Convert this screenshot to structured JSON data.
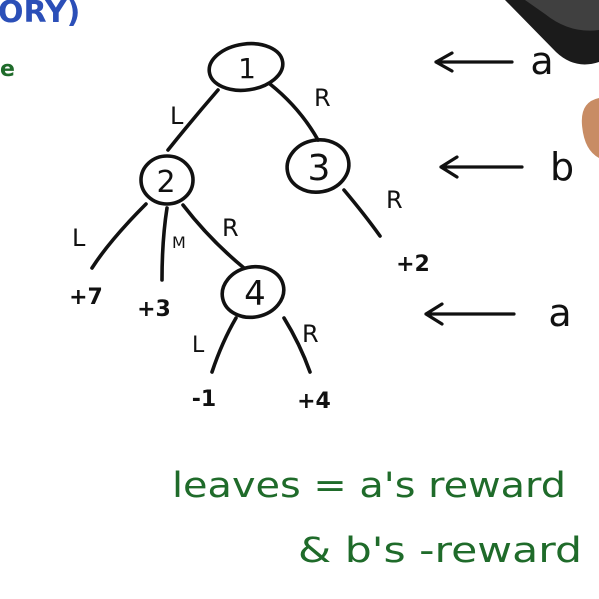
{
  "header": {
    "fragment": "ORY)",
    "fragment2": "e"
  },
  "colors": {
    "ink": "#111111",
    "note": "#1f6b2a",
    "header": "#2b4fb8"
  },
  "tree": {
    "nodes": [
      {
        "id": "n1",
        "label": "1"
      },
      {
        "id": "n2",
        "label": "2"
      },
      {
        "id": "n3",
        "label": "3"
      },
      {
        "id": "n4",
        "label": "4"
      }
    ],
    "edges": [
      {
        "from": "n1",
        "to": "n2",
        "label": "L"
      },
      {
        "from": "n1",
        "to": "n3",
        "label": "R"
      },
      {
        "from": "n2",
        "to": "leaf_p7",
        "label": "L"
      },
      {
        "from": "n2",
        "to": "leaf_p3",
        "label": "M"
      },
      {
        "from": "n2",
        "to": "n4",
        "label": "R"
      },
      {
        "from": "n3",
        "to": "leaf_p2",
        "label": "R"
      },
      {
        "from": "n4",
        "to": "leaf_m1",
        "label": "L"
      },
      {
        "from": "n4",
        "to": "leaf_p4",
        "label": "R"
      }
    ],
    "leaves": [
      {
        "id": "leaf_p7",
        "value": "+7"
      },
      {
        "id": "leaf_p3",
        "value": "+3"
      },
      {
        "id": "leaf_p2",
        "value": "+2"
      },
      {
        "id": "leaf_m1",
        "value": "-1"
      },
      {
        "id": "leaf_p4",
        "value": "+4"
      }
    ]
  },
  "player_levels": [
    {
      "level": 1,
      "player": "a"
    },
    {
      "level": 2,
      "player": "b"
    },
    {
      "level": 3,
      "player": "a"
    }
  ],
  "notes": {
    "line1": "leaves = a's reward",
    "line2": "& b's -reward"
  }
}
